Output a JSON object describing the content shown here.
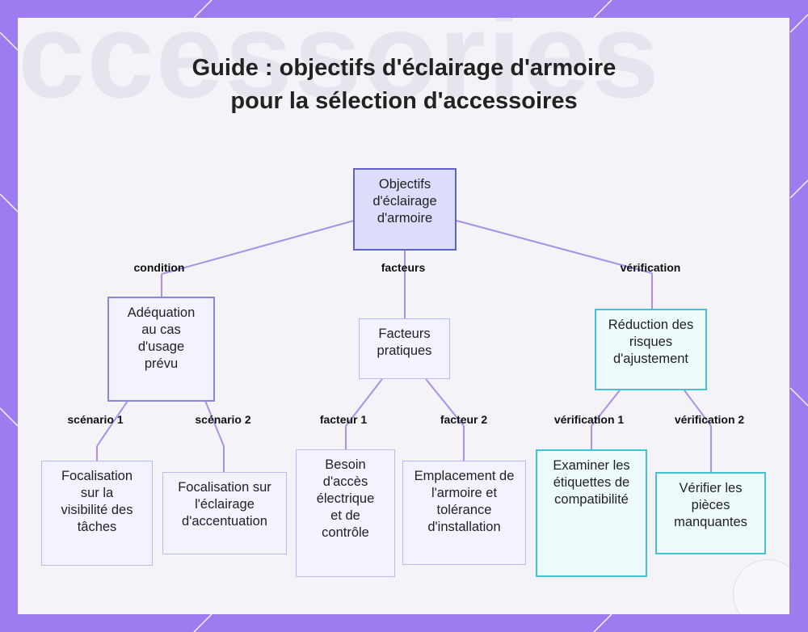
{
  "title": "Guide : objectifs d'éclairage d'armoire pour la sélection d'accessoires",
  "background_text": "ccessories",
  "colors": {
    "frame": "#9d7cf0",
    "edge": "#a792e6",
    "root_fill": "#dcdcfb",
    "root_border": "#5f63c9",
    "node_fill": "#f2f3ff",
    "node_border": "#b8bbf2",
    "teal_fill": "#eefbfd",
    "teal_border": "#43c2d3"
  },
  "nodes": {
    "root": "Objectifs d'éclairage d'armoire",
    "usage": "Adéquation au cas d'usage prévu",
    "factors": "Facteurs pratiques",
    "risk": "Réduction des risques d'ajustement",
    "task": "Focalisation sur la visibilité des tâches",
    "accent": "Focalisation sur l'éclairage d'accentuation",
    "power": "Besoin d'accès électrique et de contrôle",
    "location": "Emplacement de l'armoire et tolérance d'installation",
    "labels_check": "Examiner les étiquettes de compatibilité",
    "parts": "Vérifier les pièces manquantes"
  },
  "edges": {
    "condition": "condition",
    "facteurs": "facteurs",
    "verification": "vérification",
    "scenario1": "scénario 1",
    "scenario2": "scénario 2",
    "facteur1": "facteur 1",
    "facteur2": "facteur 2",
    "verification1": "vérification 1",
    "verification2": "vérification 2"
  }
}
